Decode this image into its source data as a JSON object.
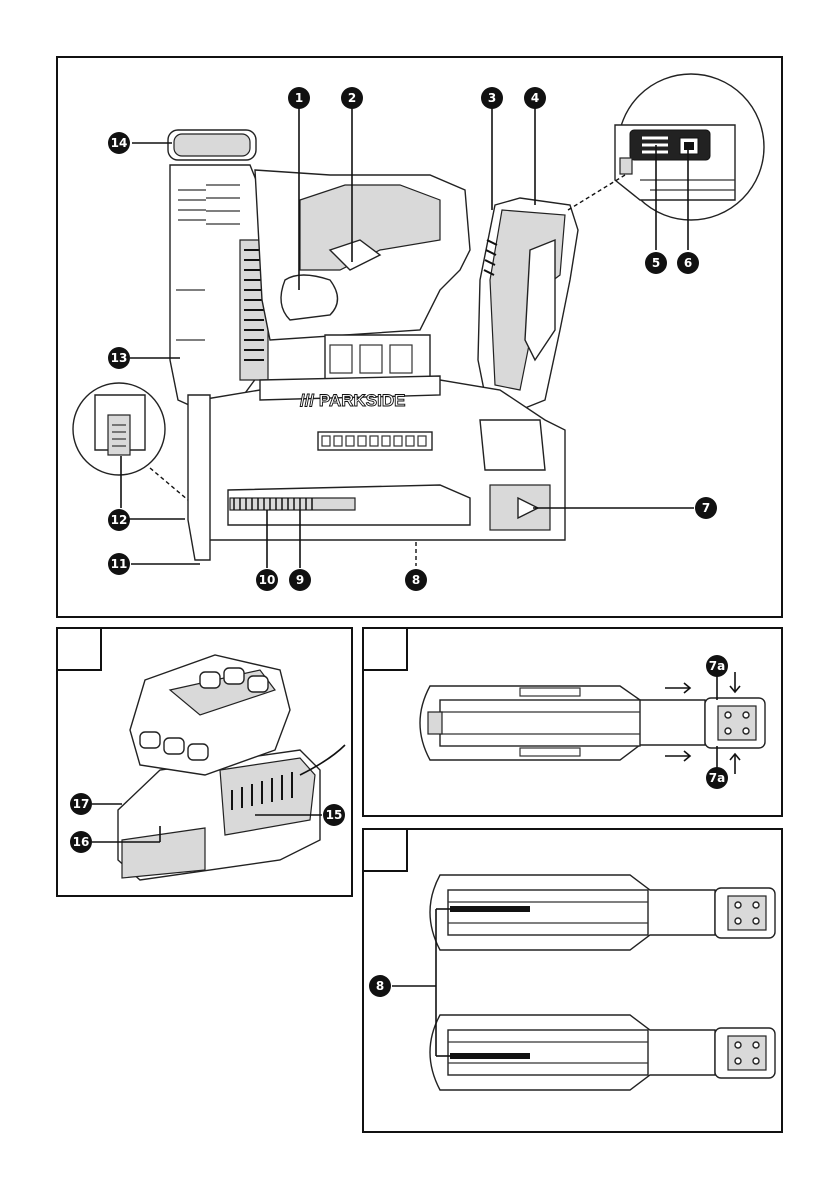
{
  "brand_label": "/// PARKSIDE",
  "callouts": {
    "c1": "1",
    "c2": "2",
    "c3": "3",
    "c4": "4",
    "c5": "5",
    "c6": "6",
    "c7": "7",
    "c8": "8",
    "c9": "9",
    "c10": "10",
    "c11": "11",
    "c12": "12",
    "c13": "13",
    "c14": "14",
    "c15": "15",
    "c16": "16",
    "c17": "17",
    "c7a_top": "7a",
    "c7a_bottom": "7a",
    "c8_fig": "8"
  },
  "figure_tabs": {
    "fig_b": "",
    "fig_c": "",
    "fig_d": ""
  }
}
